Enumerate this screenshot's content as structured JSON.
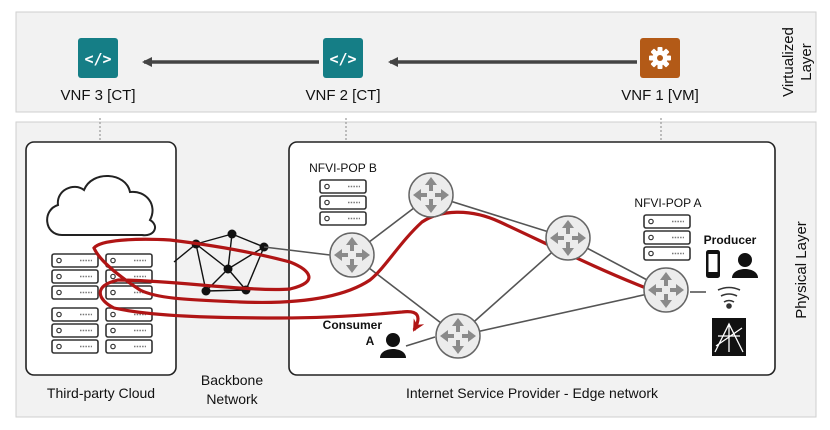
{
  "virtual_layer": {
    "label_line1": "Virtualized",
    "label_line2": "Layer",
    "vnf3": {
      "label": "VNF 3 [CT]",
      "icon": "code-icon",
      "color": "#157e86"
    },
    "vnf2": {
      "label": "VNF 2 [CT]",
      "icon": "code-icon",
      "color": "#157e86"
    },
    "vnf1": {
      "label": "VNF 1 [VM]",
      "icon": "gear-icon",
      "color": "#b35a17"
    }
  },
  "physical_layer": {
    "label": "Physical Layer",
    "cloud_caption": "Third-party Cloud",
    "backbone_caption_line1": "Backbone",
    "backbone_caption_line2": "Network",
    "isp_caption": "Internet Service Provider - Edge network",
    "pop_b": "NFVI-POP B",
    "pop_a": "NFVI-POP A",
    "producer": "Producer",
    "consumer_line1": "Consumer",
    "consumer_line2": "A"
  },
  "colors": {
    "path": "#b01515",
    "panel": "#f2f2f2",
    "link": "#555555"
  }
}
